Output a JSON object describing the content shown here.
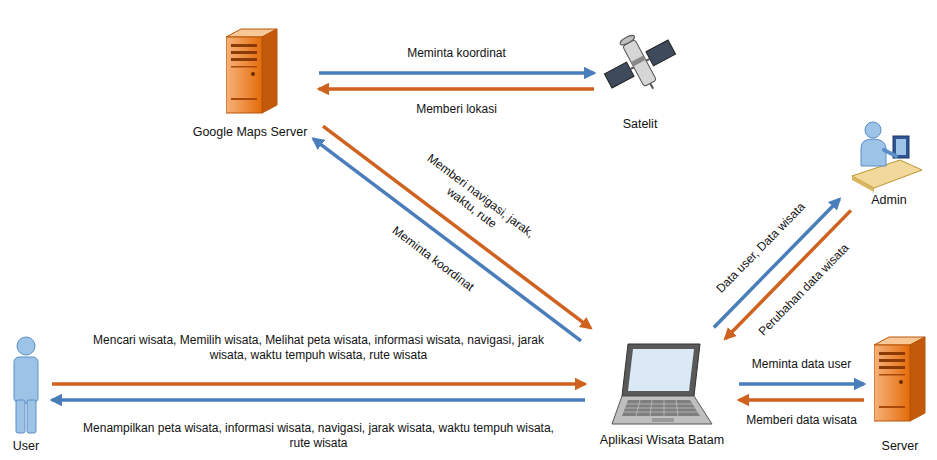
{
  "diagram": {
    "nodes": [
      {
        "text": [
          "Google Maps Server"
        ]
      },
      {
        "text": [
          "Satelit"
        ]
      },
      {
        "text": [
          "Admin"
        ]
      },
      {
        "text": [
          "User"
        ]
      },
      {
        "text": [
          "Aplikasi Wisata Batam"
        ]
      },
      {
        "text": [
          "Server"
        ]
      }
    ],
    "edges": [
      {
        "from": 0,
        "to": 1,
        "arrow": "to",
        "label": "Meminta koordinat"
      },
      {
        "from": 1,
        "to": 0,
        "arrow": "to",
        "label": "Memberi lokasi"
      },
      {
        "from": 0,
        "to": 4,
        "arrow": "to",
        "label": "Memberi navigasi, jarak, waktu, rute"
      },
      {
        "from": 4,
        "to": 0,
        "arrow": "to",
        "label": "Meminta koordinat"
      },
      {
        "from": 4,
        "to": 2,
        "arrow": "to",
        "label": "Data user, Data wisata"
      },
      {
        "from": 2,
        "to": 4,
        "arrow": "to",
        "label": "Perubahan data wisata"
      },
      {
        "from": 3,
        "to": 4,
        "arrow": "to",
        "label": "Mencari wisata, Memilih wisata, Melihat peta wisata, informasi wisata, navigasi, jarak wisata, waktu tempuh wisata, rute wisata"
      },
      {
        "from": 4,
        "to": 3,
        "arrow": "to",
        "label": "Menampilkan peta wisata, informasi wisata, navigasi, jarak wisata, waktu tempuh wisata, rute wisata"
      },
      {
        "from": 4,
        "to": 5,
        "arrow": "to",
        "label": "Meminta data user"
      },
      {
        "from": 5,
        "to": 4,
        "arrow": "to",
        "label": "Memberi data wisata"
      }
    ]
  }
}
